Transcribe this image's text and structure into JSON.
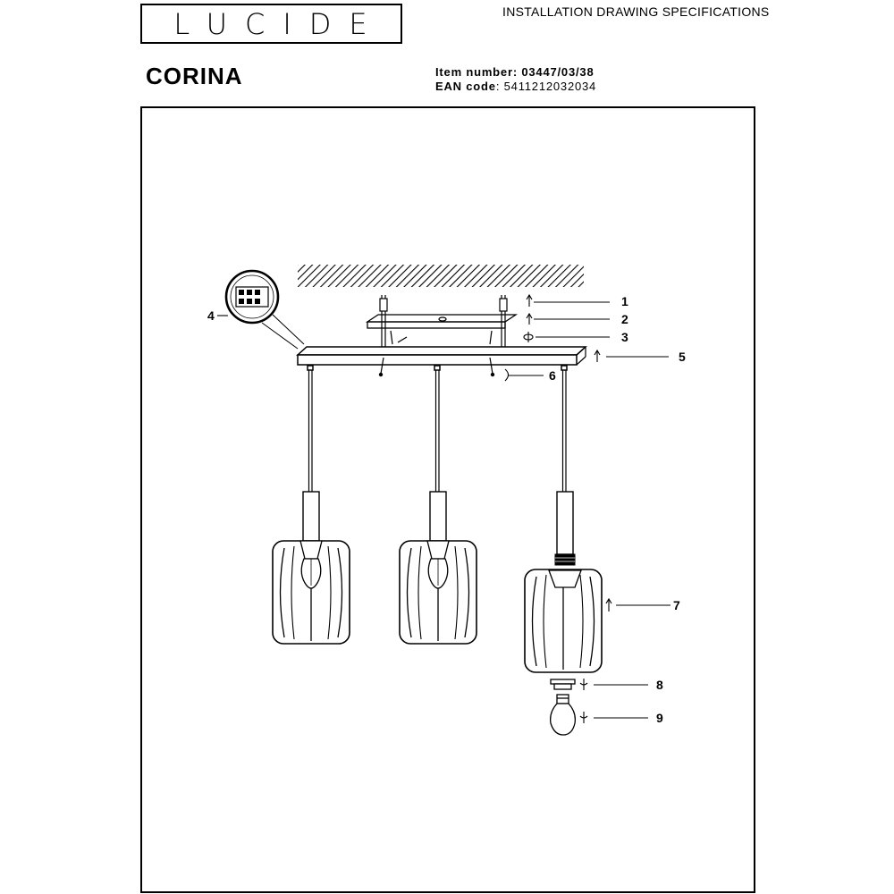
{
  "header": {
    "brand": "LUCIDE",
    "doc_type": "INSTALLATION DRAWING SPECIFICATIONS",
    "product_name": "CORINA",
    "item_label": "Item number",
    "item_number": "03447/03/38",
    "ean_label": "EAN code",
    "ean_code": "5411212032034"
  },
  "callouts": [
    "1",
    "2",
    "3",
    "4",
    "5",
    "6",
    "7",
    "8",
    "9"
  ]
}
